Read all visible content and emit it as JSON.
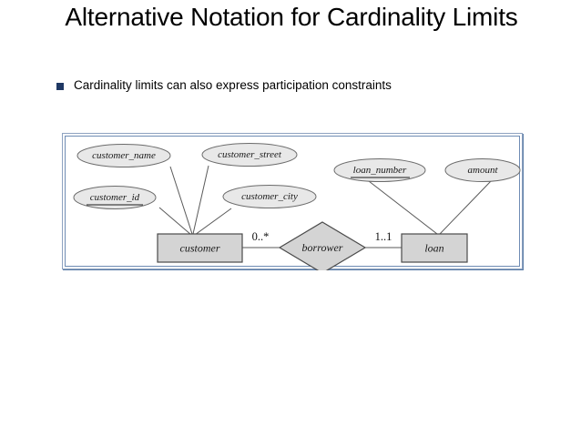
{
  "slide": {
    "title": "Alternative Notation for Cardinality Limits",
    "bullet": {
      "marker": "square-bullet-icon",
      "text": "Cardinality limits can also express participation constraints"
    }
  },
  "diagram": {
    "name": "er-diagram-cardinality-limits",
    "frame_border_color": "#6f8cb4",
    "entities": [
      {
        "id": "customer",
        "label": "customer",
        "fill": "#d4d4d4"
      },
      {
        "id": "loan",
        "label": "loan",
        "fill": "#d4d4d4"
      }
    ],
    "relationships": [
      {
        "id": "borrower",
        "label": "borrower",
        "fill": "#d4d4d4"
      }
    ],
    "attributes": [
      {
        "id": "customer_name",
        "label": "customer_name",
        "primary_key": false
      },
      {
        "id": "customer_street",
        "label": "customer_street",
        "primary_key": false
      },
      {
        "id": "customer_id",
        "label": "customer_id",
        "primary_key": true
      },
      {
        "id": "customer_city",
        "label": "customer_city",
        "primary_key": false
      },
      {
        "id": "loan_number",
        "label": "loan_number",
        "primary_key": true
      },
      {
        "id": "amount",
        "label": "amount",
        "primary_key": false
      }
    ],
    "cardinalities": [
      {
        "id": "customer-borrower",
        "label": "0..*"
      },
      {
        "id": "borrower-loan",
        "label": "1..1"
      }
    ]
  }
}
